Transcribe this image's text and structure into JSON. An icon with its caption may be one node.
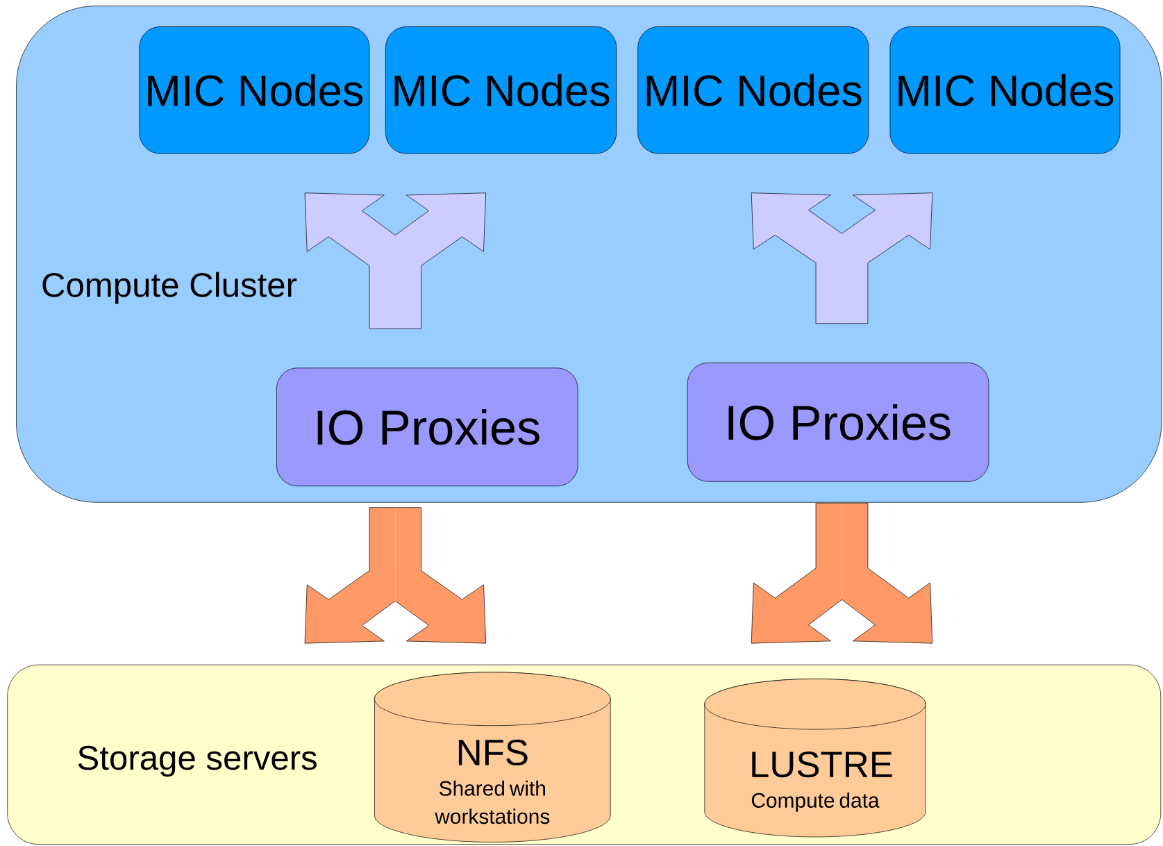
{
  "diagram": {
    "nodes": [
      {
        "text": [
          "Compute Cluster"
        ]
      },
      {
        "text": [
          "MIC Nodes"
        ],
        "in": 0
      },
      {
        "text": [
          "MIC Nodes"
        ],
        "in": 0
      },
      {
        "text": [
          "MIC Nodes"
        ],
        "in": 0
      },
      {
        "text": [
          "MIC Nodes"
        ],
        "in": 0
      },
      {
        "text": [
          "IO Proxies"
        ],
        "in": 0
      },
      {
        "text": [
          "IO Proxies"
        ],
        "in": 0
      },
      {
        "text": [
          "Storage servers"
        ]
      },
      {
        "text": [
          "NFS",
          "Shared with workstations"
        ],
        "in": 7
      },
      {
        "text": [
          "LUSTRE",
          "Compute data"
        ],
        "in": 7
      }
    ],
    "edges": [
      {
        "from": 5,
        "to": 1,
        "arrow": "to",
        "color": "#ccccff"
      },
      {
        "from": 5,
        "to": 2,
        "arrow": "to",
        "color": "#ccccff"
      },
      {
        "from": 6,
        "to": 3,
        "arrow": "to",
        "color": "#ccccff"
      },
      {
        "from": 6,
        "to": 4,
        "arrow": "to",
        "color": "#ccccff"
      },
      {
        "from": 5,
        "to": 7,
        "arrow": "to",
        "color": "#ff9966"
      },
      {
        "from": 5,
        "to": 7,
        "arrow": "to",
        "color": "#ff9966"
      },
      {
        "from": 6,
        "to": 7,
        "arrow": "to",
        "color": "#ff9966"
      },
      {
        "from": 6,
        "to": 7,
        "arrow": "to",
        "color": "#ff9966"
      }
    ]
  }
}
